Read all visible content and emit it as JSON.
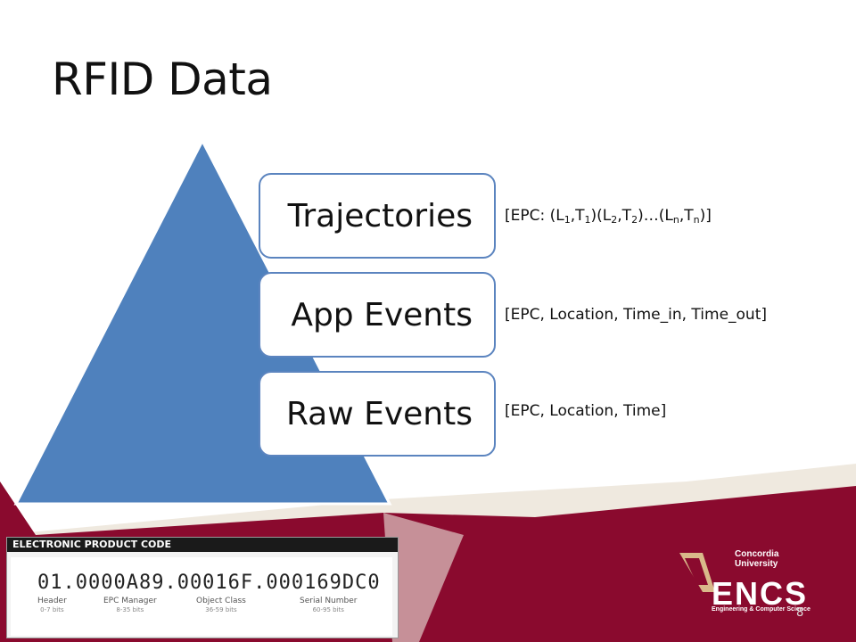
{
  "slide": {
    "title": "RFID Data",
    "page_number": "8"
  },
  "pyramid": {
    "color": "#4f81bd",
    "levels": [
      {
        "label": "Trajectories",
        "note_prefix": "[EPC: (L",
        "note": "[EPC: (L1,T1)(L2,T2)…(Ln,Tn)]"
      },
      {
        "label": "App Events",
        "note": "[EPC, Location, Time_in, Time_out]"
      },
      {
        "label": "Raw Events",
        "note": "[EPC, Location, Time]"
      }
    ]
  },
  "epc": {
    "header": "ELECTRONIC PRODUCT CODE",
    "code": "01.0000A89.00016F.000169DC0",
    "fields": [
      {
        "name": "Header",
        "bits": "0-7 bits"
      },
      {
        "name": "EPC Manager",
        "bits": "8-35 bits"
      },
      {
        "name": "Object Class",
        "bits": "36-59 bits"
      },
      {
        "name": "Serial Number",
        "bits": "60-95 bits"
      }
    ]
  },
  "logo": {
    "university": "Concordia University",
    "name": "ENCS",
    "subtitle": "Engineering & Computer Science"
  },
  "colors": {
    "maroon": "#8a0a2e",
    "box_border": "#5b84bf"
  }
}
